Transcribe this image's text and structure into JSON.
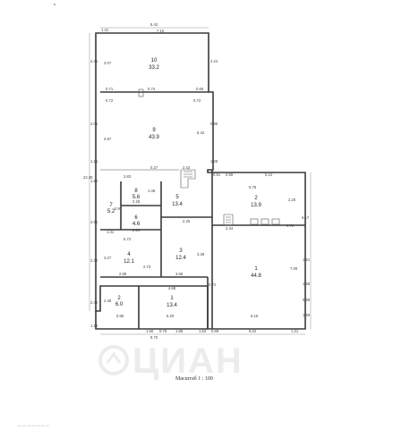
{
  "plan": {
    "scale_label": "Масштаб 1 : 100",
    "watermark": "ЦИАН",
    "corner_mark": "s",
    "footer": "— — — — —  —  —",
    "rooms": [
      {
        "number": "10",
        "area": "33.2"
      },
      {
        "number": "9",
        "area": "43.9"
      },
      {
        "number": "8",
        "area": "5.6"
      },
      {
        "number": "7",
        "area": "5.2"
      },
      {
        "number": "6",
        "area": "4.6"
      },
      {
        "number": "5",
        "area": "13.4"
      },
      {
        "number": "4",
        "area": "12.1"
      },
      {
        "number": "3",
        "area": "12.4"
      },
      {
        "number": "2",
        "area": "13.9"
      },
      {
        "number": "1",
        "area": "44.8"
      },
      {
        "number": "1",
        "area": "13.4"
      },
      {
        "number": "2",
        "area": "6.0"
      }
    ],
    "dims": [
      "1.31",
      "8.42",
      "7.10",
      "4.45",
      "3.07",
      "4.24",
      "0.71",
      "0.74",
      "0.65",
      "0.72",
      "0.72",
      "4.05",
      "0.87",
      "5.42",
      "0.80",
      "1.15",
      "3.83",
      "0.27",
      "2.42",
      "1.08",
      "0.91",
      "0.89",
      "5.12",
      "22.38",
      "1.62",
      "2.28",
      "1.48",
      "2.25",
      "6.78",
      "0.97",
      "2.96",
      "2.28",
      "1.31",
      "5.72",
      "2.25",
      "0.72",
      "6.17",
      "2.34",
      "3.27",
      "2.32",
      "2.73",
      "3.39",
      "1.51",
      "1.58",
      "7.08",
      "2.88",
      "3.68",
      "0.88",
      "0.72",
      "4.68",
      "2.48",
      "2.42",
      "5.29",
      "5.02",
      "5.16",
      "1.31",
      "1.50",
      "0.75",
      "1.65",
      "1.53",
      "0.69",
      "8.70",
      "1.18",
      "0.86",
      "1.60"
    ]
  }
}
